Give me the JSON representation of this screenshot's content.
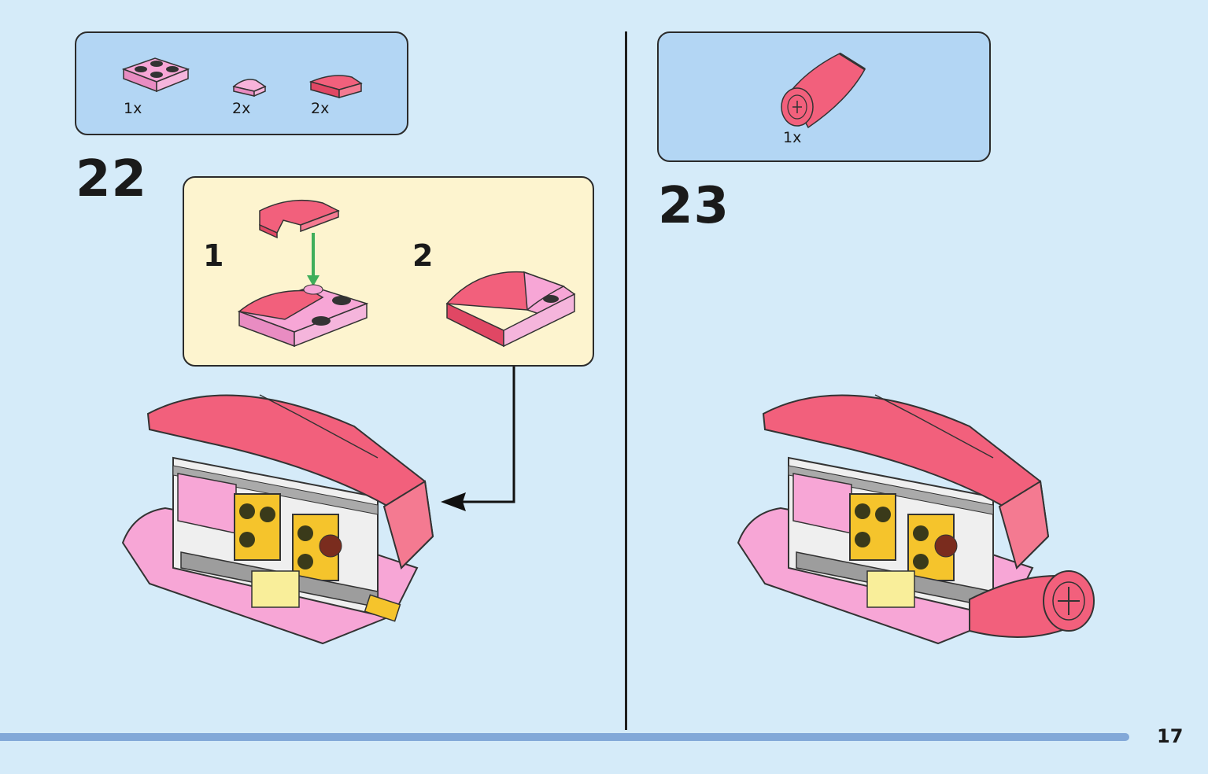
{
  "page": {
    "number": "17"
  },
  "steps": [
    {
      "number": "22",
      "parts": [
        {
          "icon": "pink-plate-2x2-icon",
          "count": "1x"
        },
        {
          "icon": "pink-slope-small-icon",
          "count": "2x"
        },
        {
          "icon": "coral-curved-slope-icon",
          "count": "2x"
        }
      ],
      "substeps": [
        {
          "number": "1"
        },
        {
          "number": "2"
        }
      ]
    },
    {
      "number": "23",
      "parts": [
        {
          "icon": "coral-tail-piece-icon",
          "count": "1x"
        }
      ]
    }
  ],
  "colors": {
    "background": "#d5ebf9",
    "parts_box": "#b3d6f4",
    "substep_box": "#fdf4cf",
    "coral": "#f2607c",
    "light_pink": "#f7a6d6",
    "arrow_green": "#3fae5a"
  }
}
